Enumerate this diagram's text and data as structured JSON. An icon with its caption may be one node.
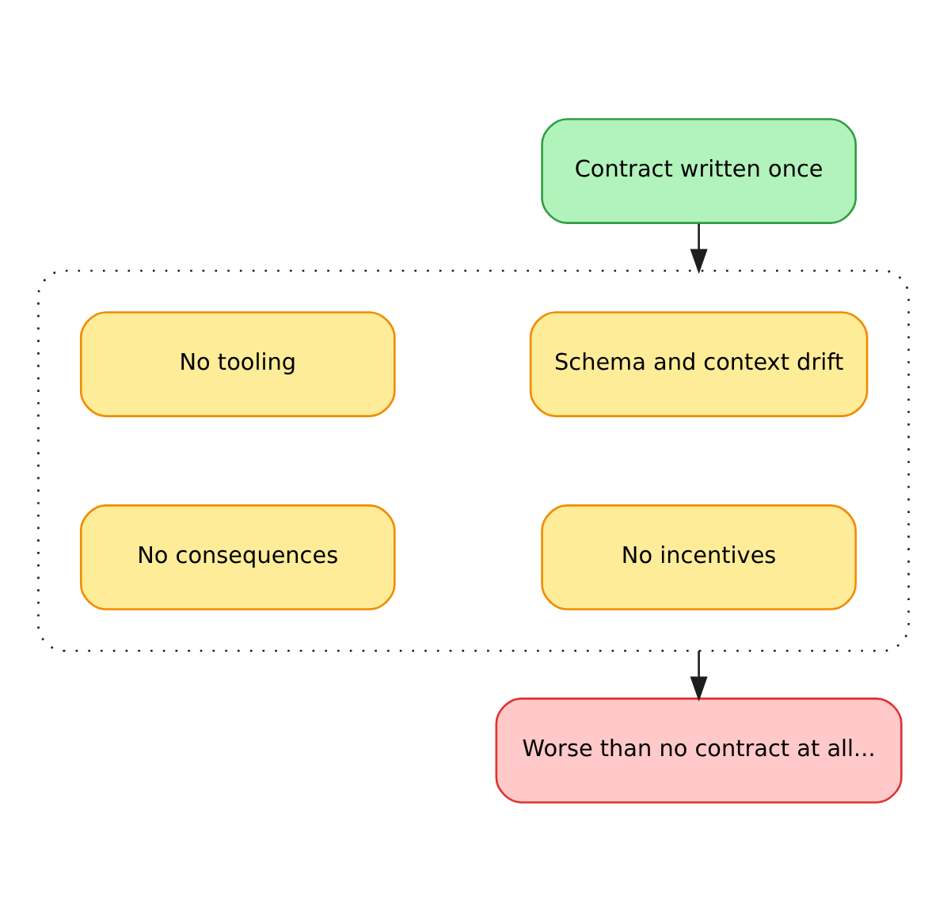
{
  "diagram": {
    "nodes": [
      {
        "text": [
          "Contract written once"
        ]
      },
      {
        "text": [],
        "shape": "box"
      },
      {
        "text": [
          "Schema and context drift"
        ],
        "in": 1
      },
      {
        "text": [
          "No tooling"
        ],
        "in": 1
      },
      {
        "text": [
          "No incentives"
        ],
        "in": 1
      },
      {
        "text": [
          "No consequences"
        ],
        "in": 1
      },
      {
        "text": [
          "Worse than no contract at all..."
        ]
      }
    ],
    "edges": [
      {
        "from": 0,
        "to": 1,
        "arrow": "to"
      },
      {
        "from": 1,
        "to": 6,
        "arrow": "to"
      }
    ]
  }
}
